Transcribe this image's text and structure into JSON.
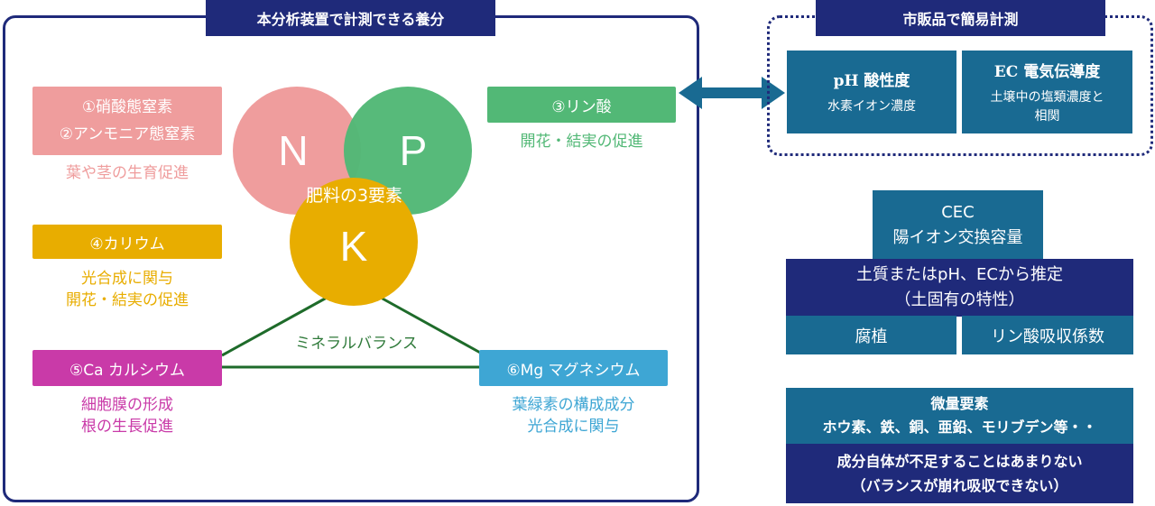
{
  "main": {
    "title": "本分析装置で計測できる養分",
    "fertilizer_label": "肥料の3要素",
    "circles": {
      "n": "N",
      "p": "P",
      "k": "K"
    },
    "balance_label": "ミネラルバランス",
    "nitrogen": {
      "line1": "①硝酸態窒素",
      "line2": "②アンモニア態窒素",
      "effect": "葉や茎の生育促進"
    },
    "phosphate": {
      "label": "③リン酸",
      "effect": "開花・結実の促進"
    },
    "potassium": {
      "label": "④カリウム",
      "effect_line1": "光合成に関与",
      "effect_line2": "開花・結実の促進"
    },
    "calcium": {
      "label": "⑤Ca カルシウム",
      "effect_line1": "細胞膜の形成",
      "effect_line2": "根の生長促進"
    },
    "magnesium": {
      "label": "⑥Mg マグネシウム",
      "effect_line1": "葉緑素の構成成分",
      "effect_line2": "光合成に関与"
    }
  },
  "market": {
    "title": "市販品で簡易計測",
    "ph": {
      "title": "pH 酸性度",
      "sub": "水素イオン濃度"
    },
    "ec": {
      "title": "EC 電気伝導度",
      "sub_line1": "土壌中の塩類濃度と",
      "sub_line2": "相関"
    }
  },
  "cec": {
    "line1": "CEC",
    "line2": "陽イオン交換容量",
    "estimate_line1": "土質またはpH、ECから推定",
    "estimate_line2": "（土固有の特性）",
    "humus": "腐植",
    "phos_absorption": "リン酸吸収係数"
  },
  "micro": {
    "title": "微量要素",
    "items": "ホウ素、鉄、銅、亜鉛、モリブデン等・・",
    "note_line1": "成分自体が不足することはあまりない",
    "note_line2": "（バランスが崩れ吸収できない）"
  },
  "colors": {
    "navy": "#1f2a7a",
    "teal": "#196a92",
    "nitrogen": "#ef9d9d",
    "phosphate": "#52b876",
    "potassium": "#e8ad00",
    "calcium": "#c93aa8",
    "magnesium": "#3ea6d4",
    "balance": "#2f7a3a"
  }
}
